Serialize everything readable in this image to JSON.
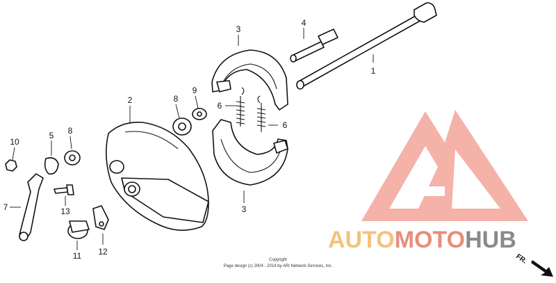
{
  "callouts": {
    "axle": "1",
    "brake_panel": "2",
    "shoe_upper": "3",
    "shoe_lower": "3",
    "cam": "4",
    "seal_small": "5",
    "spring_upper": "6",
    "spring_lower": "6",
    "arm": "7",
    "seal_left": "8",
    "seal_right": "8",
    "washer": "9",
    "nut_small": "10",
    "collar": "11",
    "stopper": "12",
    "bolt": "13"
  },
  "copyright": {
    "line1": "Copyright",
    "line2": "Page design (c) 2004 - 2014 by ARI Network Services, Inc."
  },
  "watermark": {
    "part_a": "AUTO",
    "part_b": "MOTO",
    "part_c": "HUB",
    "colors": {
      "auto": "#f4c27a",
      "moto": "#e88d7d",
      "hub": "#8a8a8a",
      "logo": "#f3a59a"
    }
  },
  "direction": {
    "label": "FR."
  }
}
